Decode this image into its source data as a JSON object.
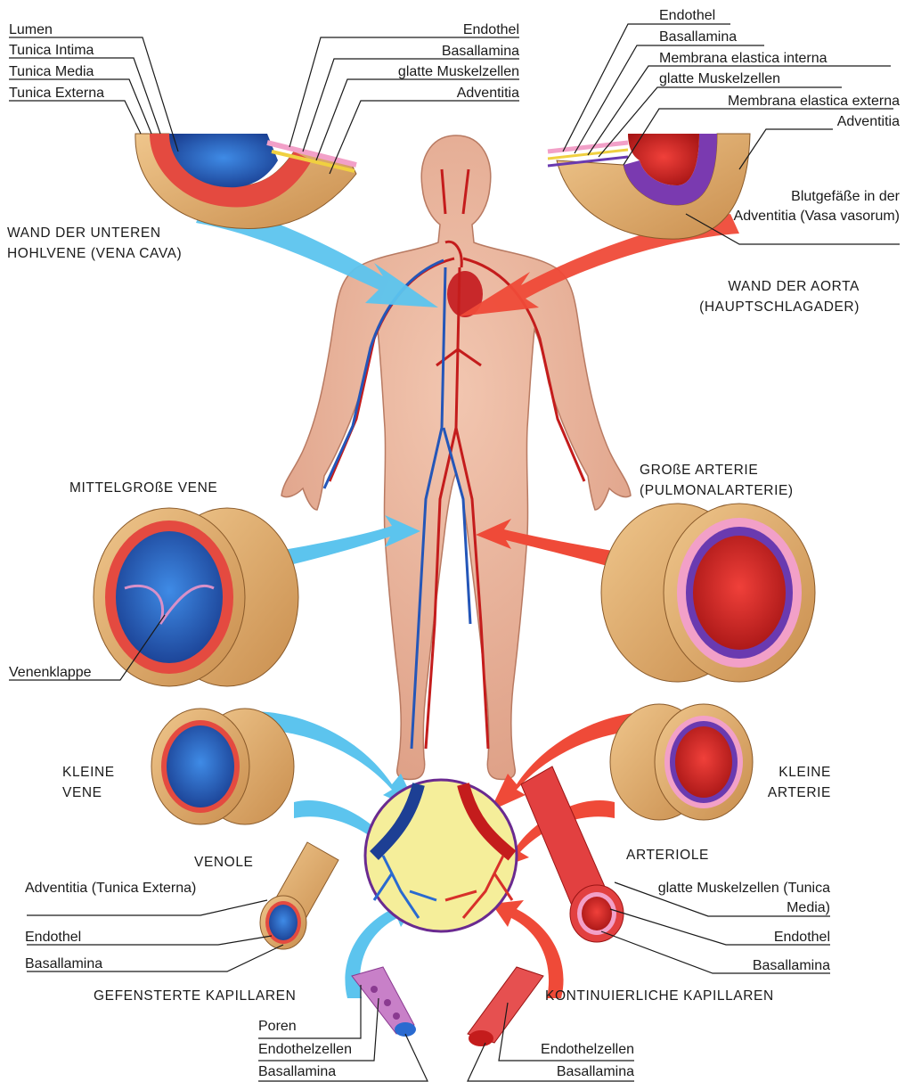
{
  "colors": {
    "vein": "#2a6ad0",
    "vein_dark": "#1d3f94",
    "artery": "#d8302a",
    "artery_dark": "#9a1414",
    "vein_arrow": "#5cc4ee",
    "artery_arrow": "#ef4a38",
    "skin": "#e9b49c",
    "adventitia": "#e0ad6c",
    "capillary_bg": "#f5ee9a"
  },
  "sections": {
    "vena_cava": {
      "title": "WAND DER UNTEREN HOHLVENE (VENA CAVA)",
      "left_labels": [
        "Lumen",
        "Tunica Intima",
        "Tunica Media",
        "Tunica Externa"
      ],
      "right_labels": [
        "Endothel",
        "Basallamina",
        "glatte Muskelzellen",
        "Adventitia"
      ]
    },
    "aorta": {
      "title": "WAND DER AORTA (HAUPTSCHLAGADER)",
      "labels": [
        "Endothel",
        "Basallamina",
        "Membrana elastica interna",
        "glatte Muskelzellen",
        "Membrana elastica externa",
        "Adventitia",
        "Blutgefäße in der Adventitia (Vasa vasorum)"
      ]
    },
    "medium_vein": {
      "title": "MITTELGROßE VENE",
      "valve_label": "Venenklappe"
    },
    "large_artery": {
      "title": "GROßE ARTERIE (PULMONALARTERIE)"
    },
    "small_vein": {
      "title": "KLEINE VENE"
    },
    "small_artery": {
      "title": "KLEINE ARTERIE"
    },
    "venule": {
      "title": "VENOLE",
      "labels": [
        "Adventitia (Tunica Externa)",
        "Endothel",
        "Basallamina"
      ]
    },
    "arteriole": {
      "title": "ARTERIOLE",
      "labels": [
        "glatte Muskelzellen (Tunica Media)",
        "Endothel",
        "Basallamina"
      ]
    },
    "fenestrated_capillaries": {
      "title": "GEFENSTERTE KAPILLAREN",
      "labels": [
        "Poren",
        "Endothelzellen",
        "Basallamina"
      ]
    },
    "continuous_capillaries": {
      "title": "KONTINUIERLICHE KAPILLAREN",
      "labels": [
        "Endothelzellen",
        "Basallamina"
      ]
    }
  }
}
